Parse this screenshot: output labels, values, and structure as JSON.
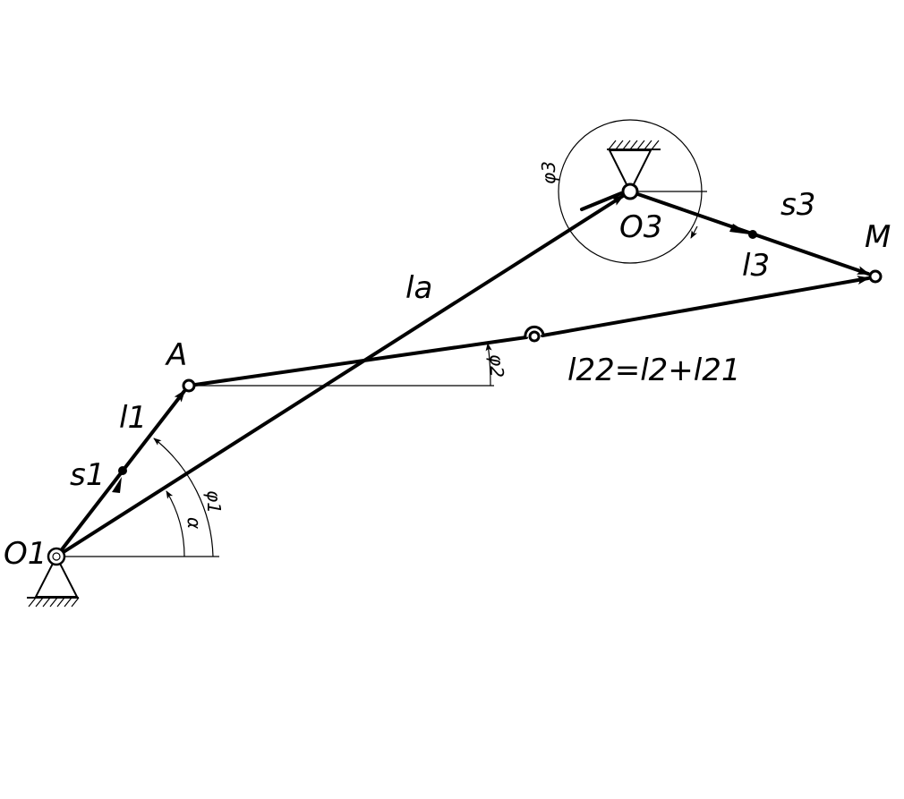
{
  "diagram": {
    "labels": {
      "point_o1": "O1",
      "point_a": "A",
      "point_o3": "O3",
      "point_m": "M",
      "link_l1": "l1",
      "link_la": "la",
      "link_l3": "l3",
      "link_l22": "l22=l2+l21",
      "point_s1": "s1",
      "point_s3": "s3",
      "angle_phi1": "φ1",
      "angle_phi2": "φ2",
      "angle_phi3": "φ3",
      "angle_alpha": "α"
    },
    "colors": {
      "stroke": "#000000",
      "background": "#ffffff"
    }
  }
}
